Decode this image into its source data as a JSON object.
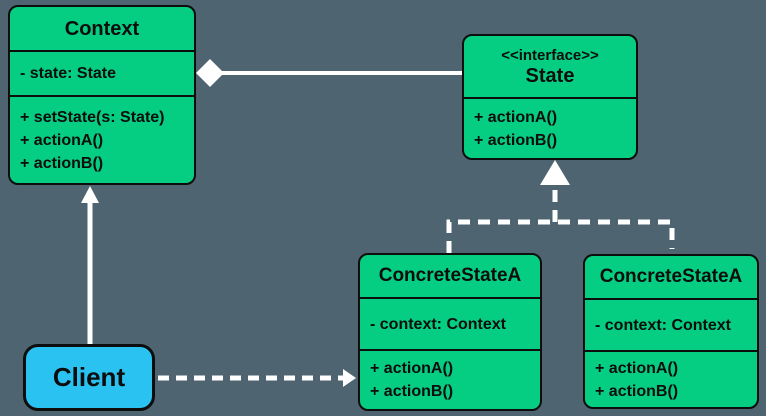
{
  "diagram": {
    "kind": "uml-class-diagram",
    "pattern": "State"
  },
  "colors": {
    "background": "#4E6470",
    "class_fill": "#05CD81",
    "client_fill": "#29C2F1",
    "border": "#0d0d0d",
    "connector": "#FFFFFF"
  },
  "classes": {
    "context": {
      "name": "Context",
      "attributes": [
        "- state: State"
      ],
      "methods": [
        "+ setState(s: State)",
        "+ actionA()",
        "+ actionB()"
      ]
    },
    "state_interface": {
      "stereotype": "<<interface>>",
      "name": "State",
      "methods": [
        "+ actionA()",
        "+ actionB()"
      ]
    },
    "concrete_state_left": {
      "name": "ConcreteStateA",
      "attributes": [
        "- context: Context"
      ],
      "methods": [
        "+ actionA()",
        "+ actionB()"
      ]
    },
    "concrete_state_right": {
      "name": "ConcreteStateA",
      "attributes": [
        "- context: Context"
      ],
      "methods": [
        "+ actionA()",
        "+ actionB()"
      ]
    }
  },
  "actors": {
    "client": {
      "label": "Client"
    }
  },
  "connectors": {
    "aggregation": {
      "type": "aggregation",
      "from": "Context",
      "to": "State",
      "style": "solid-line-white-diamond"
    },
    "realization_left": {
      "type": "realization",
      "from": "ConcreteStateA (left)",
      "to": "State",
      "style": "dashed-line-hollow-triangle"
    },
    "realization_right": {
      "type": "realization",
      "from": "ConcreteStateA (right)",
      "to": "State",
      "style": "dashed-line-hollow-triangle"
    },
    "client_to_context": {
      "type": "association",
      "from": "Client",
      "to": "Context",
      "style": "solid-line-arrow"
    },
    "client_to_concrete": {
      "type": "dependency",
      "from": "Client",
      "to": "ConcreteStateA (left)",
      "style": "dashed-line-arrow"
    }
  }
}
